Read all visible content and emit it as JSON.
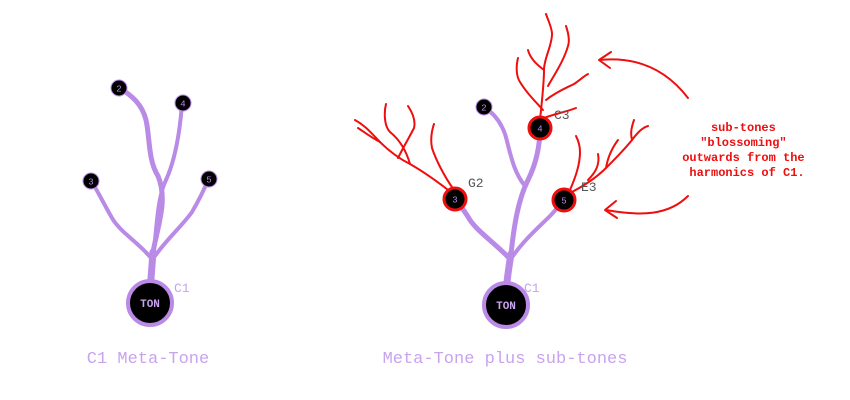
{
  "left_tree": {
    "caption": "C1 Meta-Tone",
    "root_label": "TON",
    "root_note": "C1",
    "harmonics": [
      {
        "id": "2",
        "num": "2"
      },
      {
        "id": "4",
        "num": "4"
      },
      {
        "id": "3",
        "num": "3"
      },
      {
        "id": "5",
        "num": "5"
      }
    ]
  },
  "right_tree": {
    "caption": "Meta-Tone plus sub-tones",
    "root_label": "TON",
    "root_note": "C1",
    "harmonics": [
      {
        "id": "2",
        "num": "2",
        "note": ""
      },
      {
        "id": "4",
        "num": "4",
        "note": "C3"
      },
      {
        "id": "3",
        "num": "3",
        "note": "G2"
      },
      {
        "id": "5",
        "num": "5",
        "note": "E3"
      }
    ]
  },
  "annotation": {
    "lines": [
      "sub-tones",
      "\"blossoming\"",
      "outwards from the",
      "harmonics of C1."
    ]
  },
  "colors": {
    "branch": "#b98ae6",
    "subtone": "#ee0e0e",
    "node_fill": "#000000",
    "caption": "#c8a3ee"
  }
}
